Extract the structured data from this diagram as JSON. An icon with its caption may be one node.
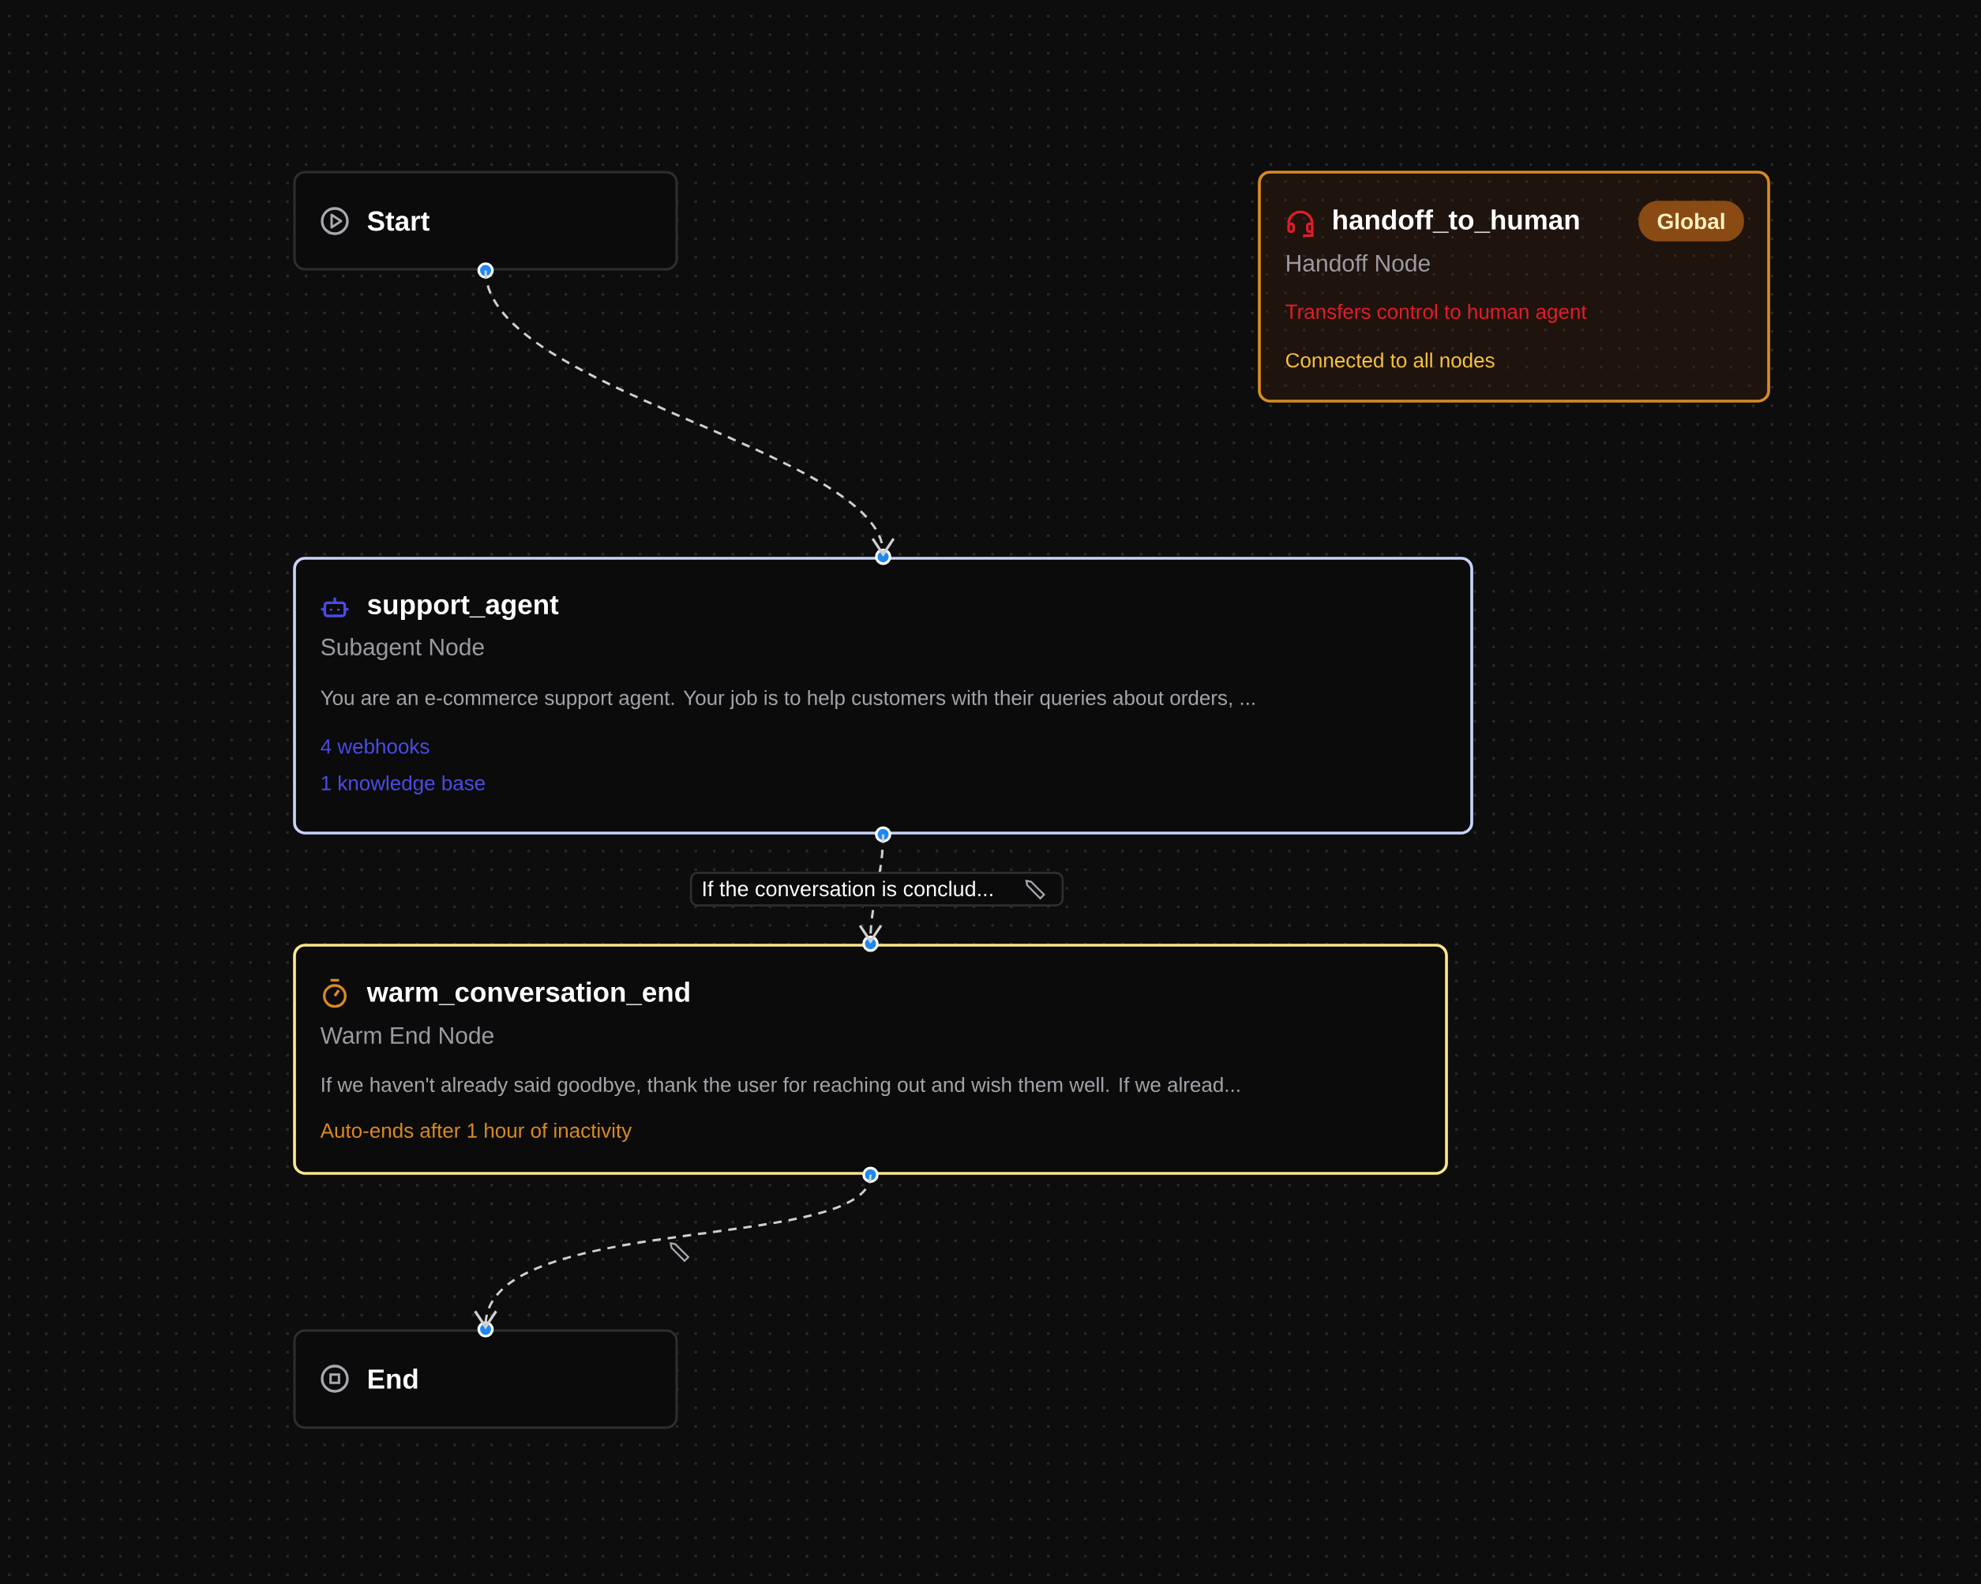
{
  "diagram": {
    "nodes": [
      {
        "text": [
          "Start"
        ]
      },
      {
        "text": [
          "handoff_to_human",
          "Handoff Node",
          "Transfers control to human agent",
          "Connected to all nodes"
        ]
      },
      {
        "text": [
          "Global"
        ],
        "in": 1
      },
      {
        "text": [
          "support_agent",
          "Subagent Node",
          "You are an e-commerce support agent. Your job is to help customers with their queries about orders, ...",
          "4 webhooks",
          "1 knowledge base"
        ]
      },
      {
        "text": [
          "warm_conversation_end",
          "Warm End Node",
          "If we haven't already said goodbye, thank the user for reaching out and wish them well. If we alread...",
          "Auto-ends after 1 hour of inactivity"
        ]
      },
      {
        "text": [
          "End"
        ]
      }
    ],
    "edges": [
      {
        "from": 0,
        "to": 3,
        "arrow": "to",
        "style": "dashed"
      },
      {
        "from": 3,
        "to": 4,
        "arrow": "to",
        "style": "dashed",
        "label": "If the conversation is conclud..."
      },
      {
        "from": 4,
        "to": 5,
        "arrow": "to",
        "style": "dashed"
      }
    ]
  }
}
